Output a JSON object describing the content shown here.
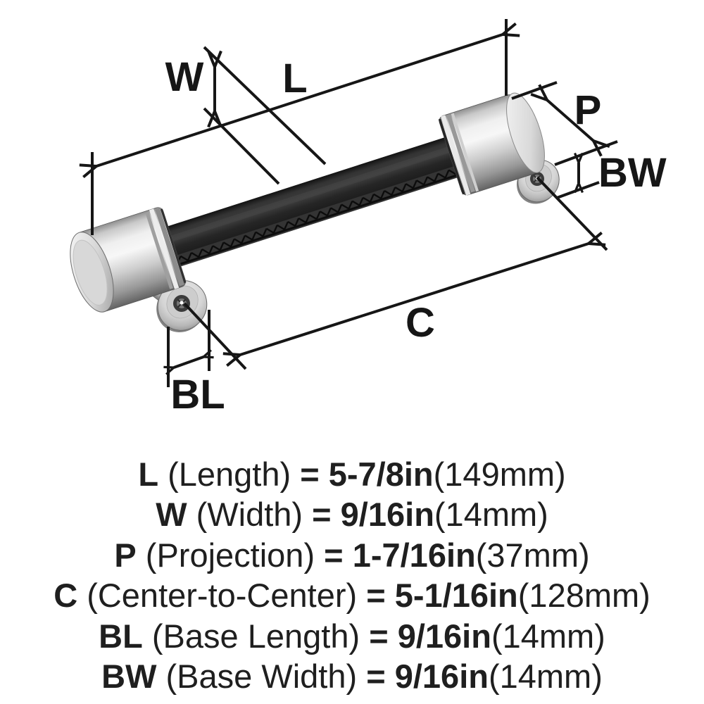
{
  "diagram": {
    "dim_labels": {
      "width": "W",
      "length": "L",
      "projection": "P",
      "base_width": "BW",
      "center_to_center": "C",
      "base_length": "BL"
    },
    "colors": {
      "line": "#161616",
      "metal_light": "#f6f6f6",
      "metal_dark": "#6f6f6f",
      "leather": "#262626",
      "background": "#ffffff"
    }
  },
  "specs": [
    {
      "abbr": "L",
      "name": "(Length)",
      "equals": "=",
      "value": "5-7/8in",
      "metric": "(149mm)"
    },
    {
      "abbr": "W",
      "name": "(Width)",
      "equals": "=",
      "value": "9/16in",
      "metric": "(14mm)"
    },
    {
      "abbr": "P",
      "name": "(Projection)",
      "equals": "=",
      "value": "1-7/16in",
      "metric": "(37mm)"
    },
    {
      "abbr": "C",
      "name": "(Center-to-Center)",
      "equals": "=",
      "value": "5-1/16in",
      "metric": "(128mm)"
    },
    {
      "abbr": "BL",
      "name": "(Base Length)",
      "equals": "=",
      "value": "9/16in",
      "metric": "(14mm)"
    },
    {
      "abbr": "BW",
      "name": "(Base Width)",
      "equals": "=",
      "value": "9/16in",
      "metric": "(14mm)"
    }
  ]
}
